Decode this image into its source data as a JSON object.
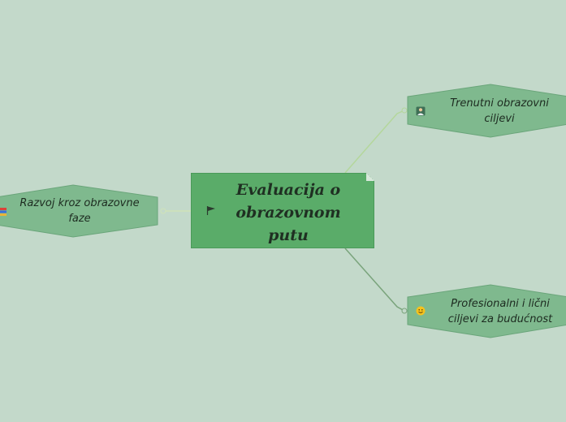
{
  "central": {
    "title": "Evaluacija o obrazovnom putu",
    "icon": "flag-icon"
  },
  "nodes": {
    "top_right": {
      "label": "Trenutni obrazovni ciljevi",
      "icon": "teacher-icon"
    },
    "bottom_right": {
      "label": "Profesionalni i lični ciljevi za budućnost",
      "icon": "smiley-icon"
    },
    "left": {
      "label": "Razvoj kroz obrazovne faze",
      "icon": "books-icon"
    }
  },
  "colors": {
    "background": "#c3d9ca",
    "central_fill": "#5aac69",
    "node_fill": "#7fb98e",
    "connector": "#96c690"
  }
}
